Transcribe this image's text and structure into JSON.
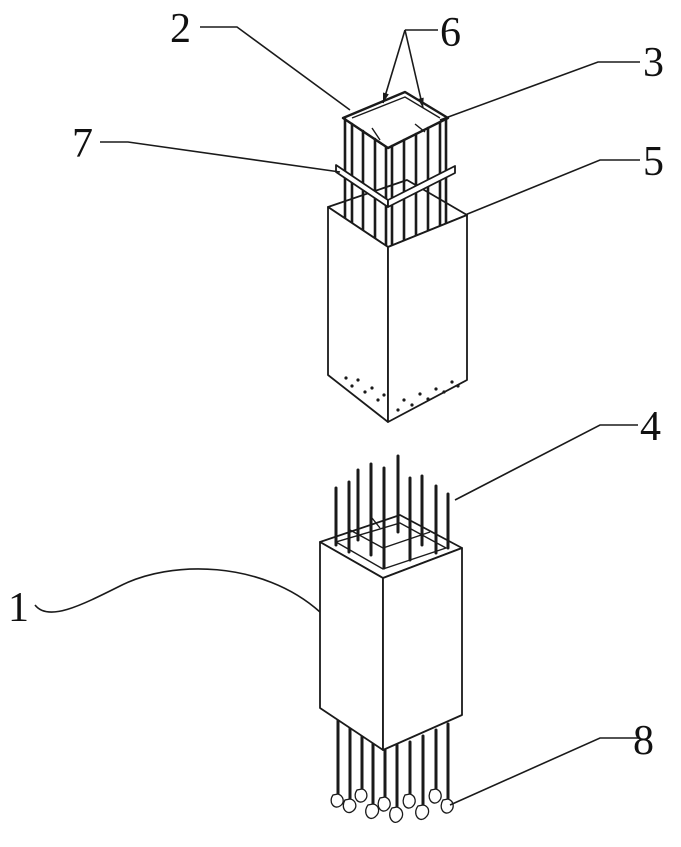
{
  "callouts": {
    "label_1": "1",
    "label_2": "2",
    "label_3": "3",
    "label_4": "4",
    "label_5": "5",
    "label_6": "6",
    "label_7": "7",
    "label_8": "8"
  }
}
